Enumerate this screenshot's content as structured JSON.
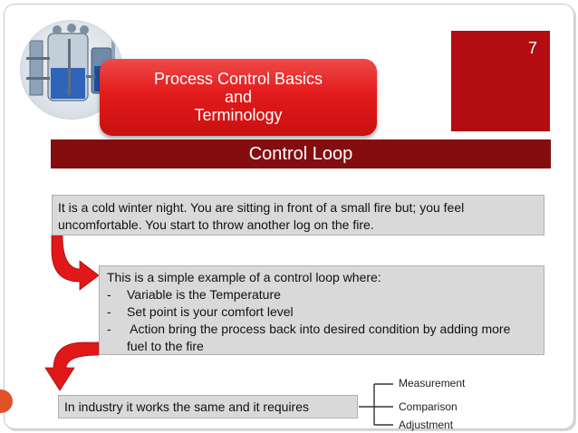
{
  "slide": {
    "page_number": "7",
    "title_lines": [
      "Process Control Basics",
      "and",
      "Terminology"
    ],
    "section_title": "Control Loop"
  },
  "colors": {
    "title_banner": "#e21b1b",
    "page_box": "#b30d12",
    "section_bar": "#830d0f",
    "text_box": "#d9d9d9",
    "arrow": "#e01818"
  },
  "intro": {
    "lines": [
      "It is a cold winter night. You are sitting in front of a small fire but; you feel",
      "uncomfortable. You start to throw another log on the fire."
    ]
  },
  "example": {
    "heading": "This is a simple example of a control loop where:",
    "bullets": [
      {
        "dash": "-",
        "lines": [
          "Variable is the Temperature"
        ]
      },
      {
        "dash": "-",
        "lines": [
          "Set point is your comfort level"
        ]
      },
      {
        "dash": "-",
        "lines": [
          " Action bring the process back into desired condition by adding more",
          "fuel to the fire"
        ]
      }
    ]
  },
  "industry": {
    "text": "In industry it works the same and it requires",
    "requirements": [
      "Measurement",
      "Comparison",
      "Adjustment"
    ]
  },
  "icons": {
    "logo": "process-tank-illustration",
    "arrows": [
      "curved-arrow-down-right",
      "curved-arrow-down-left"
    ]
  }
}
